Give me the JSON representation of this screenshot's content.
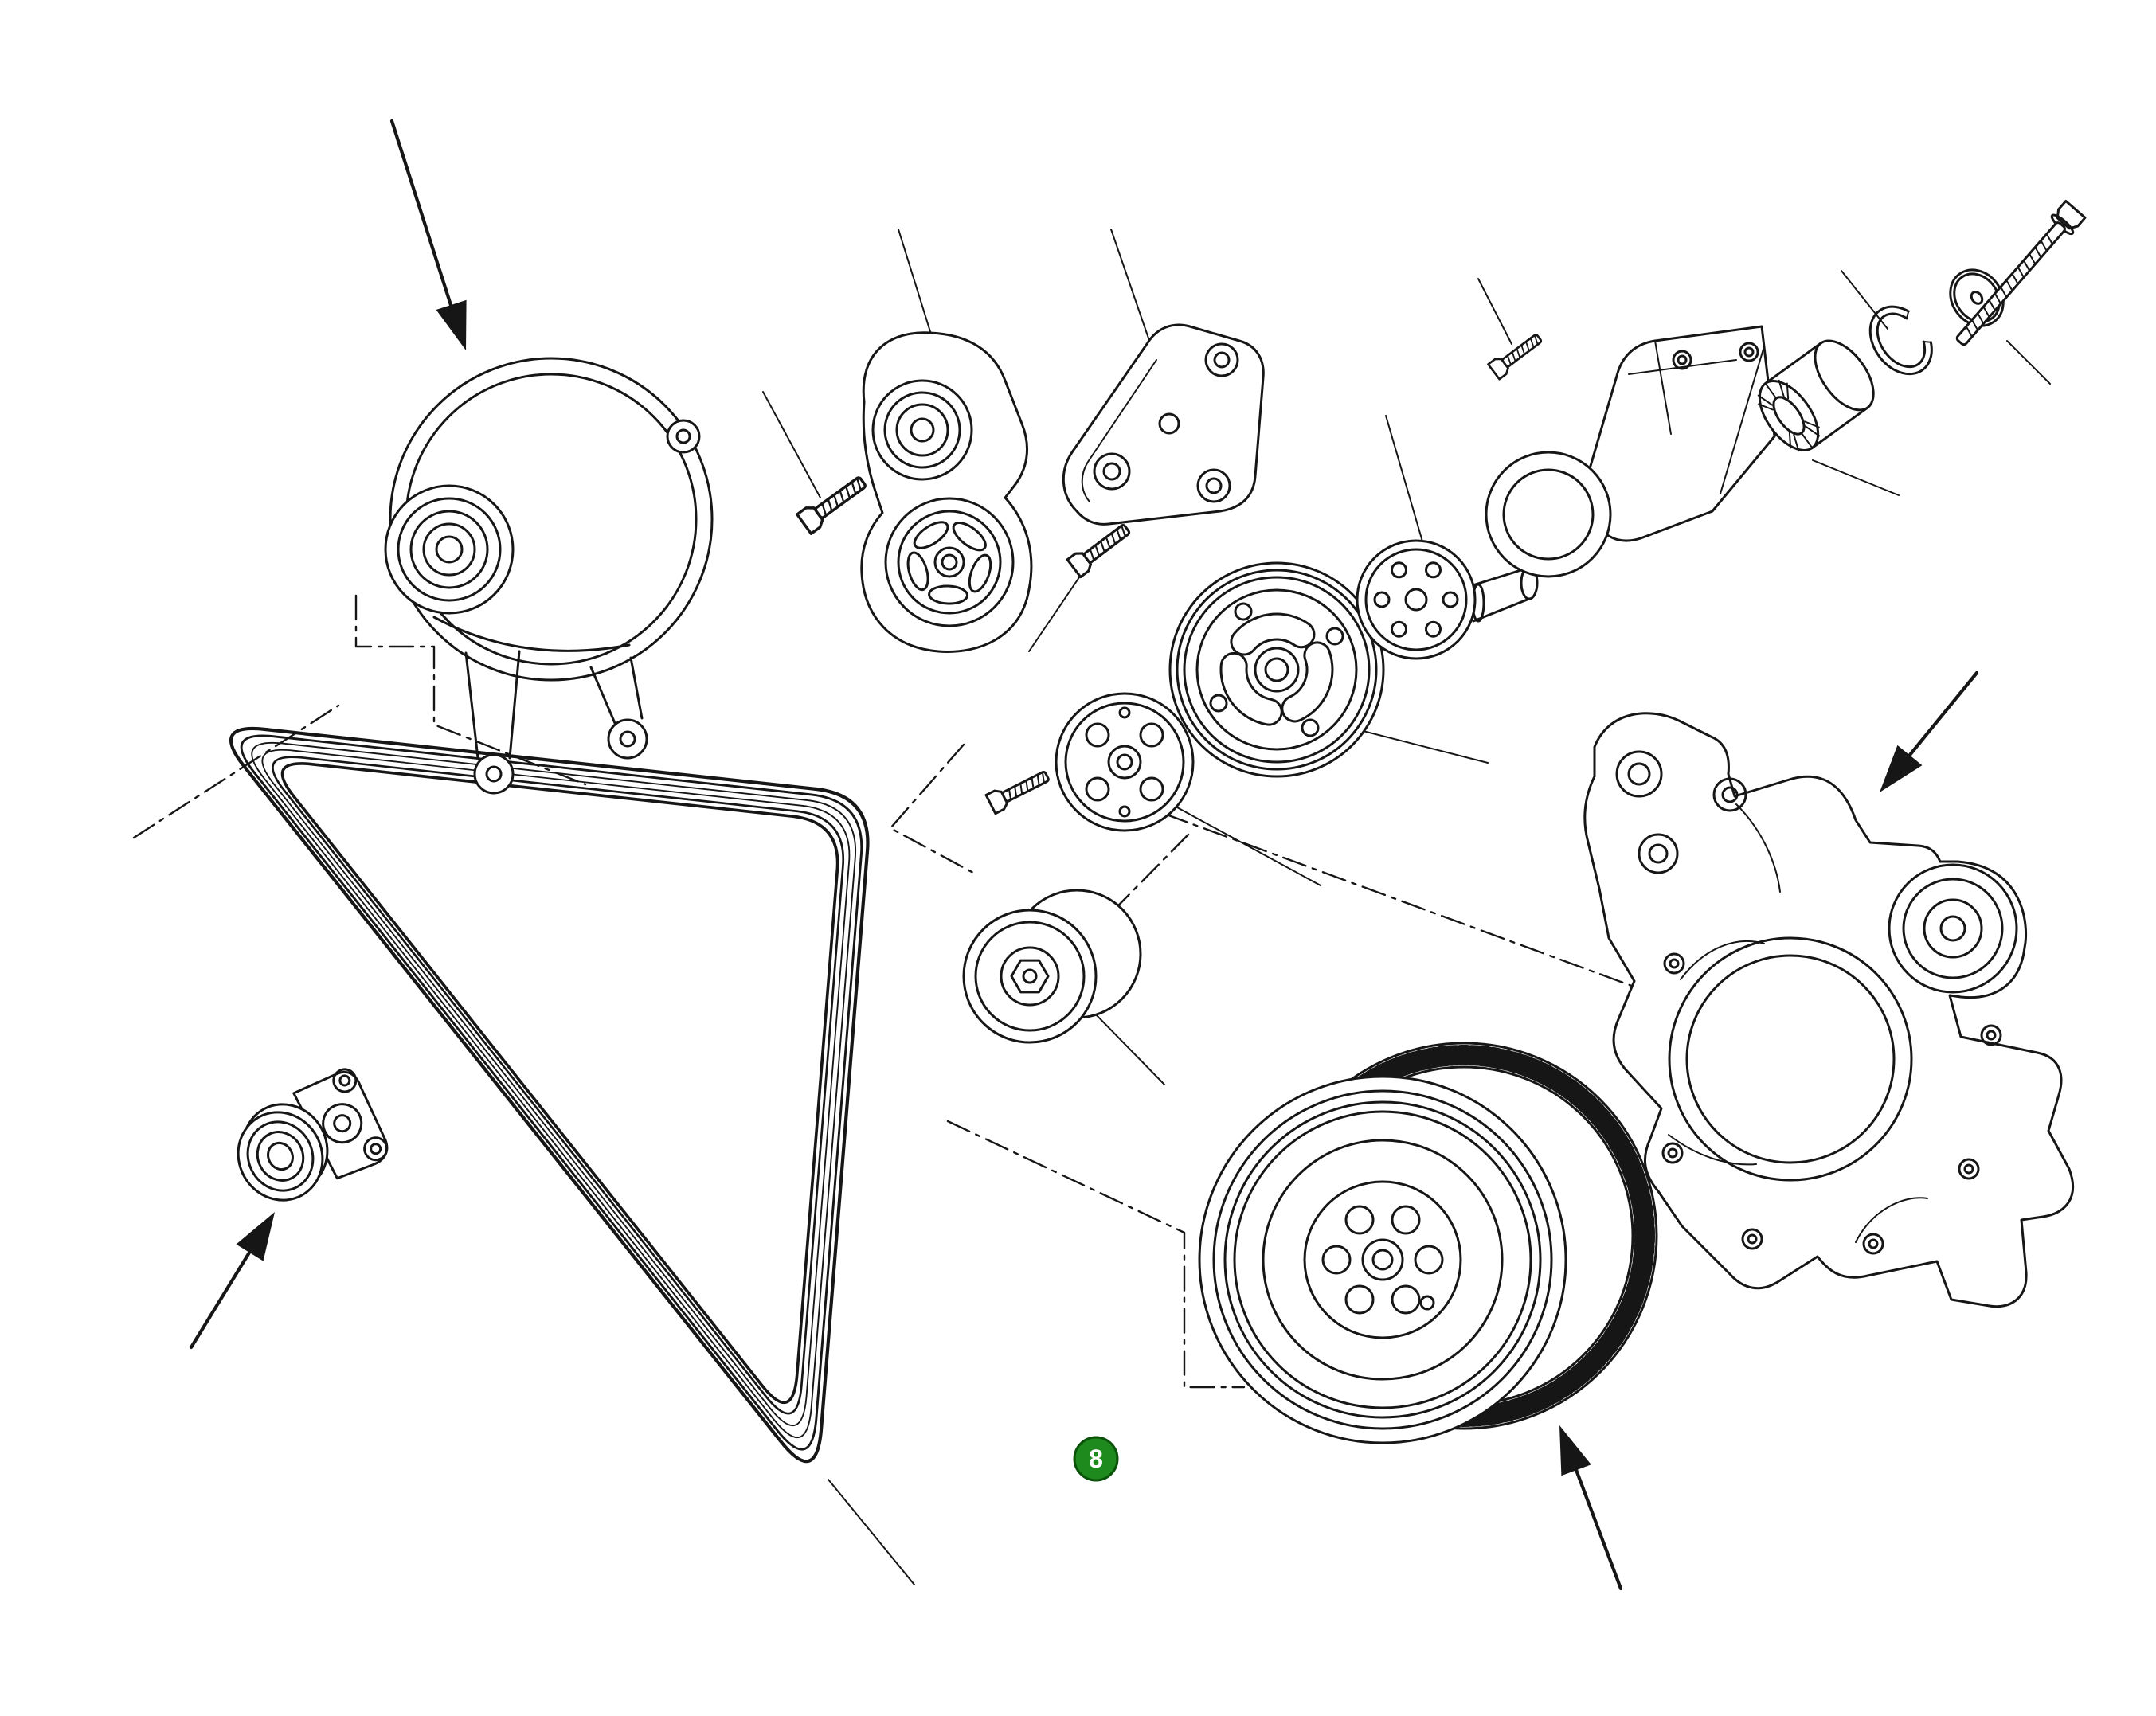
{
  "badge": {
    "label": "8"
  },
  "colors": {
    "background": "#ffffff",
    "line": "#161616",
    "badge_fill": "#1e8a1e",
    "badge_stroke": "#0a520a",
    "badge_text": "#ffffff"
  },
  "diagram": {
    "parts": [
      "alternator",
      "serpentine-belt",
      "belt-tensioner",
      "tensioner-bolt",
      "mounting-bracket-plate",
      "bracket-bolt",
      "water-pump-pulley",
      "pulley-hub-flange",
      "hub-bolt",
      "crankshaft-hub",
      "idler-pulley",
      "water-pump",
      "crankshaft-damper",
      "ring-gear",
      "timing-cover",
      "alternator-bracket",
      "small-bracket-bolt",
      "bearing",
      "snap-ring",
      "washer",
      "long-bolt",
      "callout-arrows",
      "construction-lines",
      "leader-lines"
    ]
  }
}
